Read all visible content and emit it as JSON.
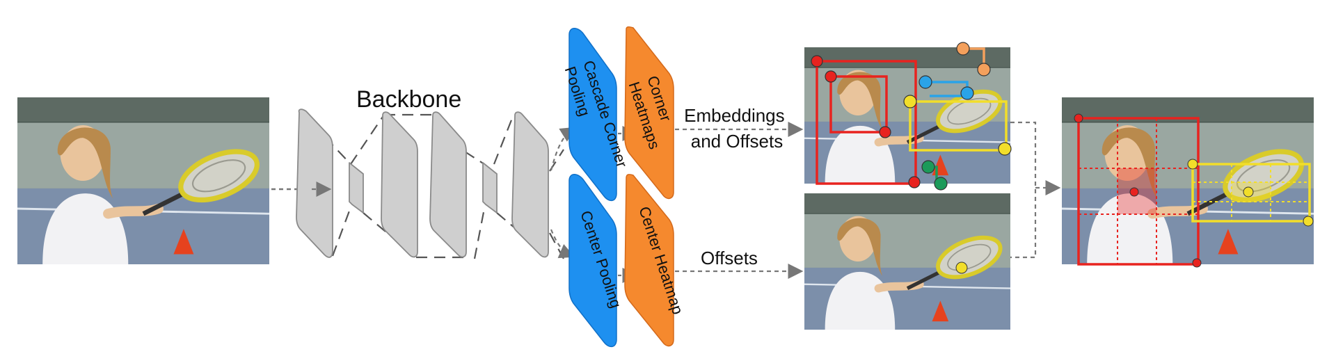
{
  "labels": {
    "backbone": "Backbone",
    "cascade_corner_pooling": [
      "Cascade Corner",
      "Pooling"
    ],
    "corner_heatmaps": [
      "Corner",
      "Heatmaps"
    ],
    "center_pooling": "Center Pooling",
    "center_heatmap": "Center Heatmap",
    "embeddings_and_offsets": [
      "Embeddings",
      "and Offsets"
    ],
    "offsets": "Offsets"
  },
  "colors": {
    "pooling_blue": "#1e90f0",
    "heatmap_orange": "#f5892e",
    "backbone_gray": "#cfcfcf",
    "box_red": "#e8231f",
    "box_yellow": "#f2de2a",
    "kp_orange": "#f4a05c",
    "kp_blue": "#2aa3e8",
    "kp_green": "#1c9a5a",
    "arrow_gray": "#777777"
  },
  "images": {
    "input": "tennis-girl-photo",
    "corner_result": "tennis-girl-photo-corners",
    "center_result": "tennis-girl-photo-centers",
    "output": "tennis-girl-photo-detections"
  }
}
